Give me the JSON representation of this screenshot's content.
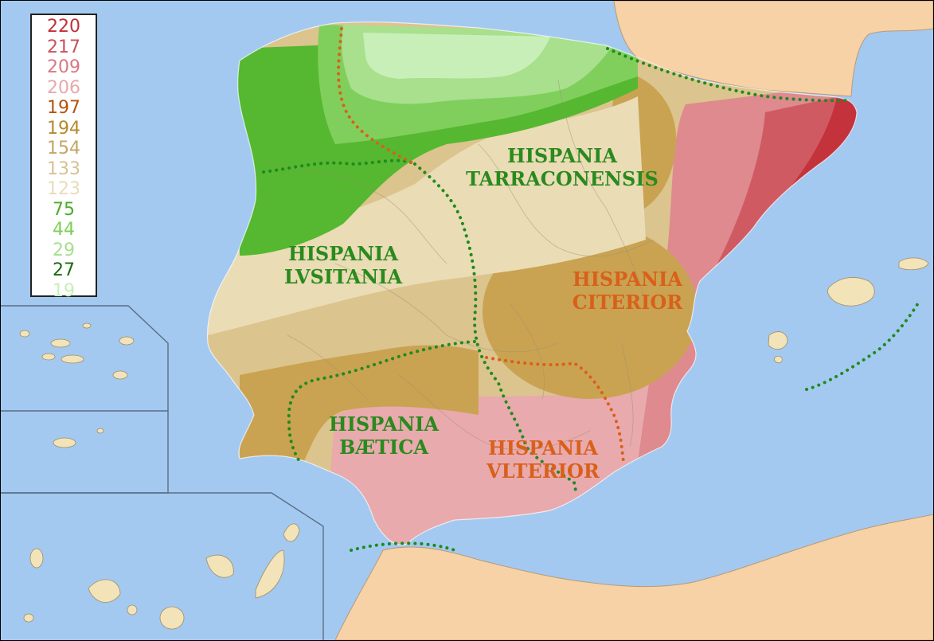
{
  "legend": {
    "entries": [
      {
        "value": "220",
        "color": "#c0303a"
      },
      {
        "value": "217",
        "color": "#cc5058"
      },
      {
        "value": "209",
        "color": "#d97880"
      },
      {
        "value": "206",
        "color": "#e8a8ac"
      },
      {
        "value": "197",
        "color": "#b5540c"
      },
      {
        "value": "194",
        "color": "#b58a2a"
      },
      {
        "value": "154",
        "color": "#c4a564"
      },
      {
        "value": "133",
        "color": "#d6c295"
      },
      {
        "value": "123",
        "color": "#e9dcb8"
      },
      {
        "value": "75",
        "color": "#4aad2a"
      },
      {
        "value": "44",
        "color": "#7ccf58"
      },
      {
        "value": "29",
        "color": "#a6e08c"
      },
      {
        "value": "27",
        "color": "#1a6b10"
      },
      {
        "value": "19",
        "color": "#c8f0b8"
      }
    ]
  },
  "regions": {
    "tarraconensis": {
      "line1": "HISPANIA",
      "line2": "TARRACONENSIS",
      "color": "#2a8a1e"
    },
    "lusitania": {
      "line1": "HISPANIA",
      "line2": "LVSITANIA",
      "color": "#2a8a1e"
    },
    "citerior": {
      "line1": "HISPANIA",
      "line2": "CITERIOR",
      "color": "#d9601a"
    },
    "baetica": {
      "line1": "HISPANIA",
      "line2": "BÆTICA",
      "color": "#2a8a1e"
    },
    "ulterior": {
      "line1": "HISPANIA",
      "line2": "VLTERIOR",
      "color": "#d9601a"
    }
  },
  "colors": {
    "sea": "#a3c9f1",
    "foreign_land": "#f7d2a6",
    "island_land": "#f3e3b8",
    "boundary_dots_green": "#1f8a1f",
    "boundary_dots_orange": "#d9601a"
  }
}
